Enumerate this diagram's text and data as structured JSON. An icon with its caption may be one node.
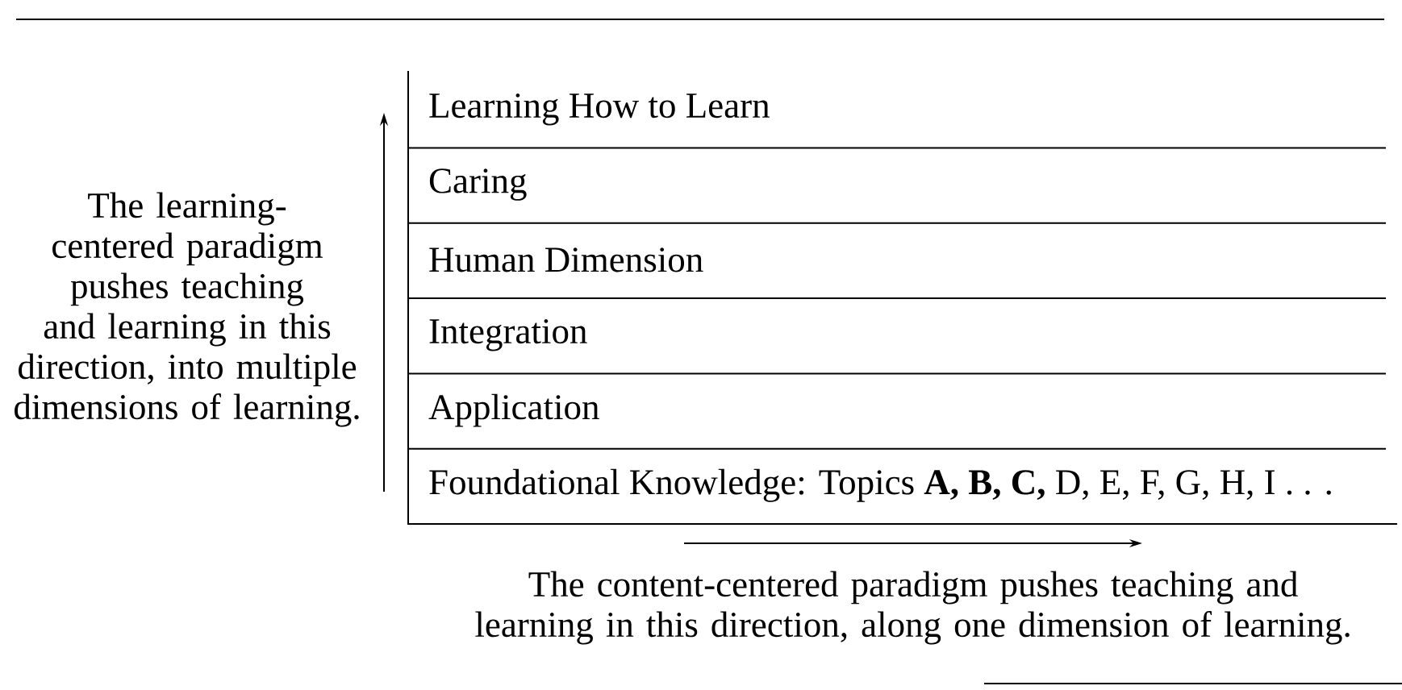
{
  "diagram": {
    "nodes": [
      {
        "text": [
          "Learning How to Learn"
        ]
      },
      {
        "text": [
          "Caring"
        ]
      },
      {
        "text": [
          "Human Dimension"
        ]
      },
      {
        "text": [
          "Integration"
        ]
      },
      {
        "text": [
          "Application"
        ]
      },
      {
        "text": [
          "Foundational Knowledge: Topics **A, B, C,** D, E, F, G, H, I . . ."
        ]
      }
    ],
    "labels": [
      "The learning-centered paradigm pushes teaching and learning in this direction, into multiple dimensions of learning.",
      "The content-centered paradigm pushes teaching and learning in this direction, along one dimension of learning."
    ]
  }
}
